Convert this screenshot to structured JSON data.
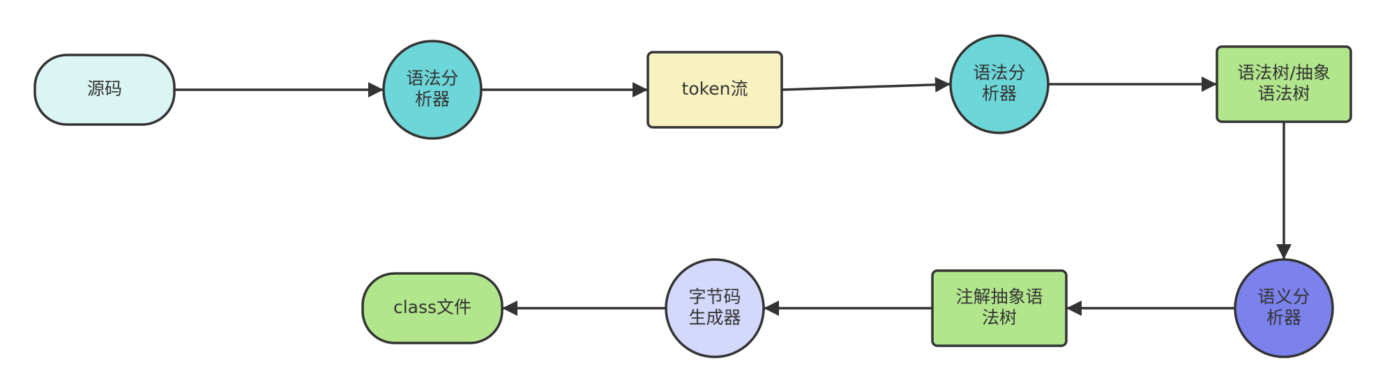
{
  "diagram": {
    "nodes": [
      {
        "id": "source",
        "lines": [
          "源码"
        ],
        "shape": "stadium",
        "color": "#daf5f4"
      },
      {
        "id": "lexer",
        "lines": [
          "语法分",
          "析器"
        ],
        "shape": "circle",
        "color": "#6dd6d8"
      },
      {
        "id": "tokens",
        "lines": [
          "token流"
        ],
        "shape": "rect",
        "color": "#f8f1c0"
      },
      {
        "id": "parser",
        "lines": [
          "语法分",
          "析器"
        ],
        "shape": "circle",
        "color": "#6dd6d8"
      },
      {
        "id": "ast",
        "lines": [
          "语法树/抽象",
          "语法树"
        ],
        "shape": "rect",
        "color": "#b2e68d"
      },
      {
        "id": "semantic",
        "lines": [
          "语义分",
          "析器"
        ],
        "shape": "circle",
        "color": "#7b82ec"
      },
      {
        "id": "annotated-ast",
        "lines": [
          "注解抽象语",
          "法树"
        ],
        "shape": "rect",
        "color": "#b2e68d"
      },
      {
        "id": "bytecode-gen",
        "lines": [
          "字节码",
          "生成器"
        ],
        "shape": "circle",
        "color": "#d4d8fa"
      },
      {
        "id": "classfile",
        "lines": [
          "class文件"
        ],
        "shape": "stadium",
        "color": "#b2e68d"
      }
    ],
    "edges": [
      {
        "from": "source",
        "to": "lexer"
      },
      {
        "from": "lexer",
        "to": "tokens"
      },
      {
        "from": "tokens",
        "to": "parser"
      },
      {
        "from": "parser",
        "to": "ast"
      },
      {
        "from": "ast",
        "to": "semantic"
      },
      {
        "from": "semantic",
        "to": "annotated-ast"
      },
      {
        "from": "annotated-ast",
        "to": "bytecode-gen"
      },
      {
        "from": "bytecode-gen",
        "to": "classfile"
      }
    ],
    "stroke_color": "#333333",
    "text_color": "#333333"
  }
}
